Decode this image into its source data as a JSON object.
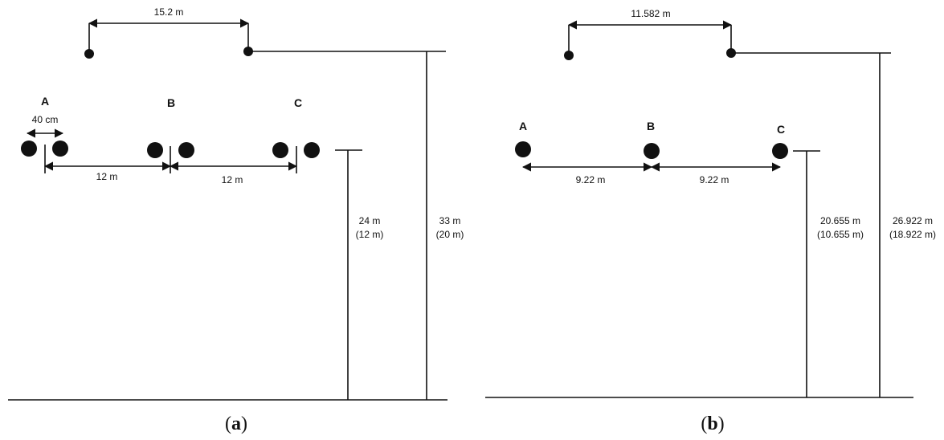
{
  "panel_a": {
    "top_span": "15.2 m",
    "phase_a": "A",
    "phase_b": "B",
    "phase_c": "C",
    "bundle_spacing": "40 cm",
    "span_ab": "12 m",
    "span_bc": "12 m",
    "height_phase": "24 m",
    "height_phase_alt": "(12 m)",
    "height_tower": "33 m",
    "height_tower_alt": "(20 m)",
    "caption_open": "(",
    "caption_letter": "a",
    "caption_close": ")"
  },
  "panel_b": {
    "top_span": "11.582 m",
    "phase_a": "A",
    "phase_b": "B",
    "phase_c": "C",
    "span_ab": "9.22 m",
    "span_bc": "9.22 m",
    "height_phase": "20.655 m",
    "height_phase_alt": "(10.655 m)",
    "height_tower": "26.922 m",
    "height_tower_alt": "(18.922 m)",
    "caption_open": "(",
    "caption_letter": "b",
    "caption_close": ")"
  }
}
